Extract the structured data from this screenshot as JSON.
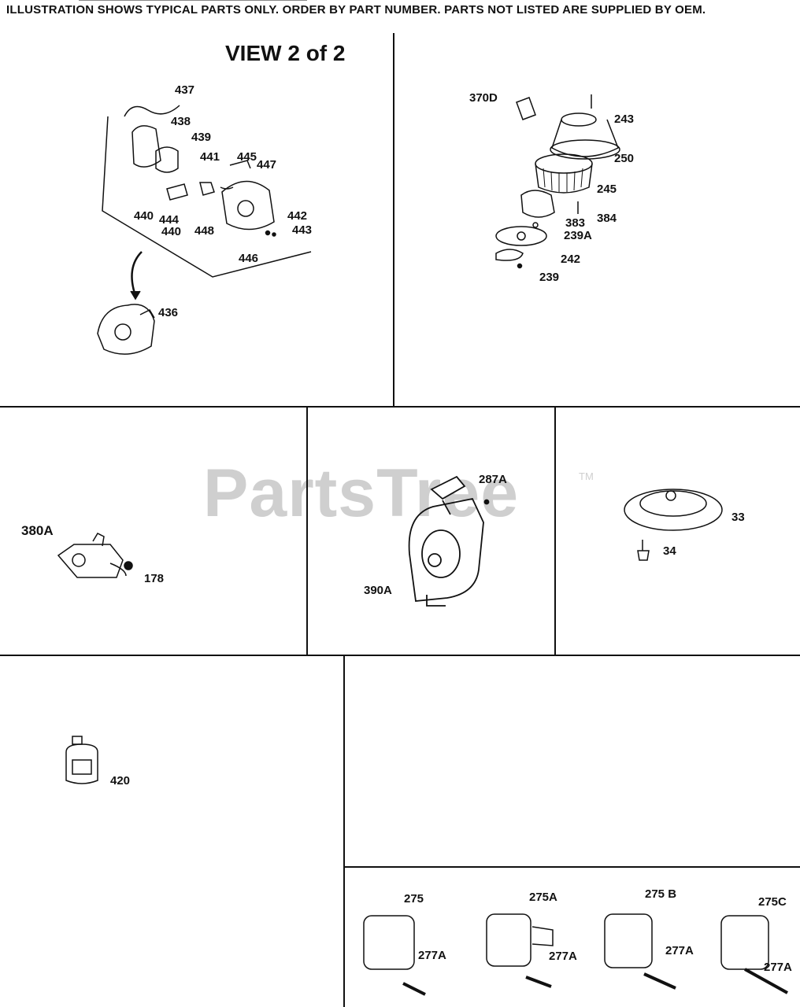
{
  "header": "ILLUSTRATION SHOWS TYPICAL PARTS ONLY.  ORDER BY PART NUMBER.  PARTS NOT LISTED ARE SUPPLIED BY OEM.",
  "view_title": "VIEW 2 of 2",
  "watermark": "PartsTree",
  "watermark_tm": "TM",
  "parts": {
    "p437": "437",
    "p438": "438",
    "p439": "439",
    "p441": "441",
    "p445": "445",
    "p447": "447",
    "p440a": "440",
    "p444": "444",
    "p440b": "440",
    "p448": "448",
    "p442": "442",
    "p443": "443",
    "p446": "446",
    "p436": "436",
    "p370d": "370D",
    "p243": "243",
    "p250": "250",
    "p245": "245",
    "p383": "383",
    "p384": "384",
    "p239a": "239A",
    "p242": "242",
    "p239": "239",
    "p380a": "380A",
    "p178": "178",
    "p287a": "287A",
    "p390a": "390A",
    "p33": "33",
    "p34": "34",
    "p420": "420",
    "p275": "275",
    "p275a": "275A",
    "p275b": "275 B",
    "p275c": "275C",
    "p277a_1": "277A",
    "p277a_2": "277A",
    "p277a_3": "277A",
    "p277a_4": "277A"
  }
}
